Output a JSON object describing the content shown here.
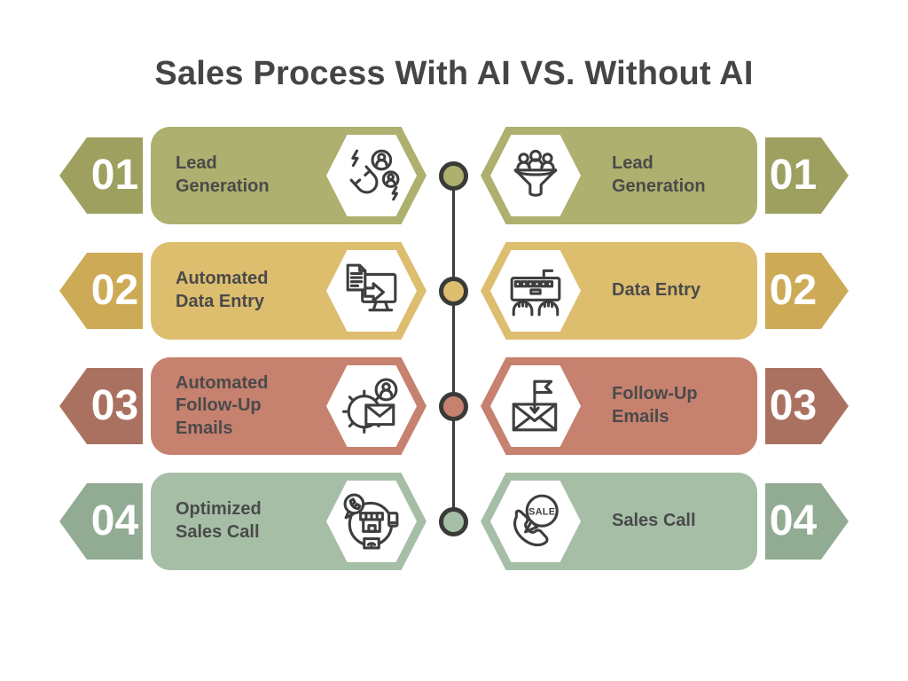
{
  "title": "Sales Process With AI VS. Without AI",
  "timeline": {
    "steps": [
      "01",
      "02",
      "03",
      "04"
    ],
    "line_color": "#3d3d3d",
    "dot_ring_color": "#3a3a38"
  },
  "rows": [
    {
      "number": "01",
      "colors": {
        "body": "#adb06e",
        "tab": "#9da05e",
        "dot": "#adb06e"
      },
      "left": {
        "label": "Lead\nGeneration",
        "icon": "magnet-leads-icon"
      },
      "right": {
        "label": "Lead\nGeneration",
        "icon": "funnel-people-icon"
      }
    },
    {
      "number": "02",
      "colors": {
        "body": "#ddbd6e",
        "tab": "#cdab56",
        "dot": "#ddbd6e"
      },
      "left": {
        "label": "Automated\nData Entry",
        "icon": "document-to-computer-icon"
      },
      "right": {
        "label": "Data Entry",
        "icon": "keyboard-typing-icon"
      }
    },
    {
      "number": "03",
      "colors": {
        "body": "#c6816f",
        "tab": "#aa7160",
        "dot": "#c6816f"
      },
      "left": {
        "label": "Automated\nFollow-Up\nEmails",
        "icon": "gear-email-person-icon"
      },
      "right": {
        "label": "Follow-Up\nEmails",
        "icon": "flagged-envelope-icon"
      }
    },
    {
      "number": "04",
      "colors": {
        "body": "#a6bea6",
        "tab": "#92ab93",
        "dot": "#a6bea6"
      },
      "left": {
        "label": "Optimized\nSales Call",
        "icon": "store-call-cycle-icon"
      },
      "right": {
        "label": "Sales Call",
        "icon": "phone-sale-bubble-icon"
      }
    }
  ]
}
